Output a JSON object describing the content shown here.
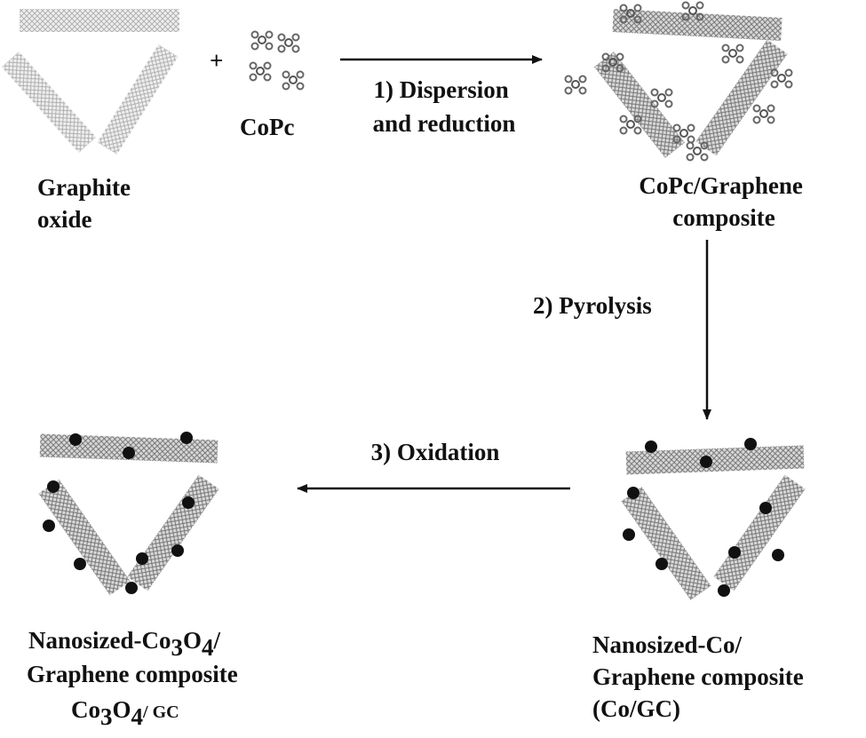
{
  "reactants": {
    "graphite_oxide": [
      "Graphite",
      "oxide"
    ],
    "plus": "+",
    "copc": "CoPc"
  },
  "steps": {
    "step1": [
      "1) Dispersion",
      "and reduction"
    ],
    "step2": "2) Pyrolysis",
    "step3": "3) Oxidation"
  },
  "products": {
    "copc_graphene": [
      "CoPc/Graphene",
      "composite"
    ],
    "co_gc": [
      "Nanosized-Co/",
      "Graphene composite",
      "(Co/GC)"
    ],
    "co3o4_gc": {
      "line1_prefix": "Nanosized-Co",
      "sub3": "3",
      "o": "O",
      "sub4": "4",
      "slash": "/",
      "line2": "Graphene composite",
      "abbr_co": "Co",
      "abbr_o": "O",
      "abbr_gc": "/ GC"
    }
  },
  "colors": {
    "sheet": "#8a8a8a",
    "particle": "#111111",
    "arrow": "#111111"
  }
}
